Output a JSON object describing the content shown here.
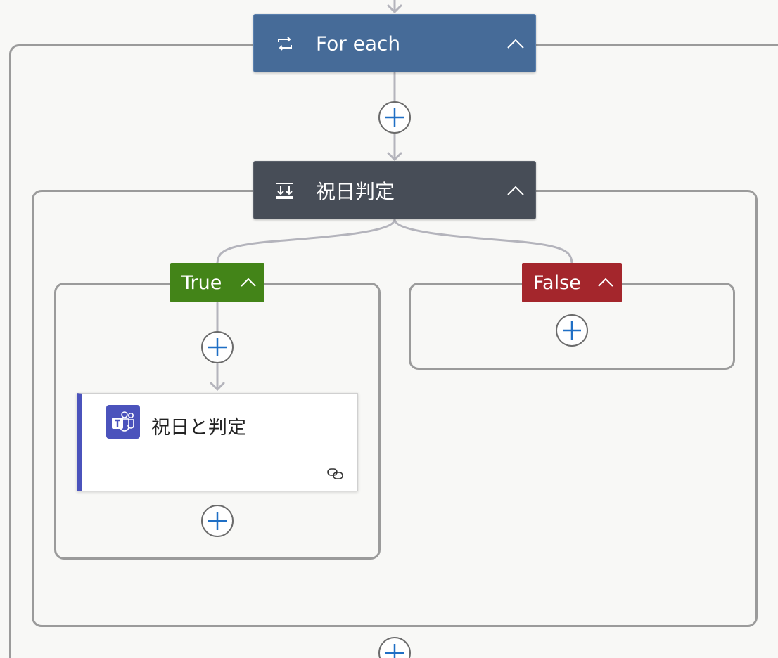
{
  "colors": {
    "background": "#f8f8f6",
    "connector": "#b4b4bc",
    "outline": "#9b9b9b",
    "foreach_header": "#466b98",
    "condition_header": "#474d57",
    "true_tag": "#438418",
    "false_tag": "#a4262c",
    "teams_accent": "#4b53bc",
    "plus_blue": "#1f6fc5"
  },
  "foreach": {
    "title": "For each",
    "icon": "loop-icon",
    "collapse_icon": "chevron-up-icon"
  },
  "condition": {
    "title": "祝日判定",
    "icon": "condition-icon",
    "collapse_icon": "chevron-up-icon"
  },
  "branches": {
    "true_label": "True",
    "false_label": "False"
  },
  "true_action": {
    "title": "祝日と判定",
    "icon": "teams-icon",
    "link_icon": "link-icon"
  }
}
